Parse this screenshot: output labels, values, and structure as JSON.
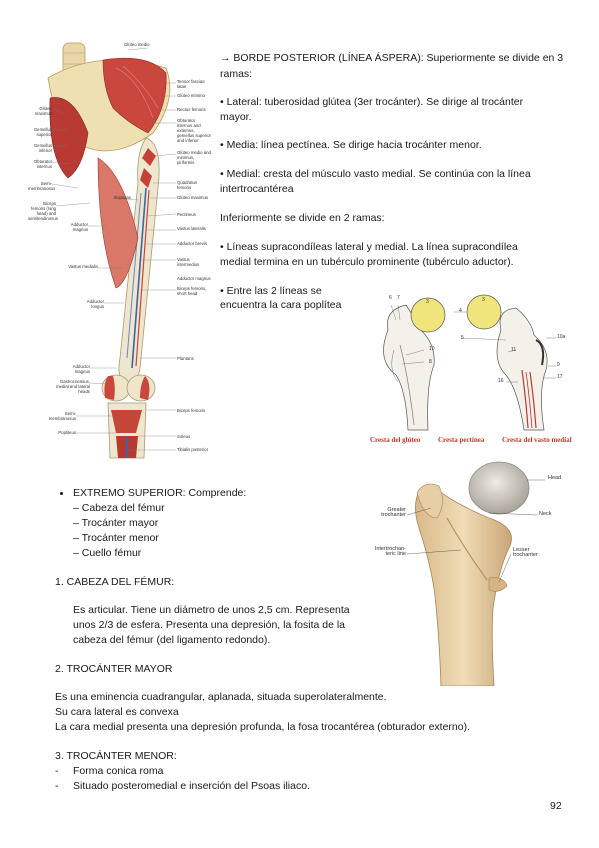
{
  "right_text": {
    "posterior_title_1": "→ BORDE POSTERIOR (LÍNEA ÁSPERA): Superiormente se divide en 3",
    "posterior_title_2": "ramas:",
    "lateral_1": "• Lateral: tuberosidad glútea (3er trocánter). Se dirige al trocánter",
    "lateral_2": "mayor.",
    "media": "• Media: línea pectínea. Se dirige hacia trocánter menor.",
    "medial_1": "• Medial: cresta del músculo vasto medial. Se continúa con la línea",
    "medial_2": "intertrocantérea",
    "inferior": "Inferiormente se divide en 2 ramas:",
    "supra_1": "• Líneas supracondíleas lateral y medial. La línea supracondílea",
    "supra_2": "medial termina en un tubérculo prominente (tubérculo aductor).",
    "entre_1": "• Entre las 2 líneas se",
    "entre_2": "encuentra la cara poplítea"
  },
  "muscle_labels_right": [
    "Glúteo medio",
    "Tensor fasciae latae",
    "Glúteo mínimo",
    "Rectus femoris",
    "Obturator internus and externus, gemellus superior and inferior",
    "Glúteo medio and minimus, piriformis",
    "Quadratus femoris",
    "Glúteo maximus",
    "Pectineus",
    "Vastus lateralis",
    "Adductor brevis",
    "Vastus intermedius",
    "Adductor magnus",
    "Biceps femoris, short head",
    "Plantaris",
    "Biceps femoris",
    "Soleus",
    "Tibialis posterior"
  ],
  "muscle_labels_left": [
    "Glúteo maximus",
    "Gemellus superior",
    "Gemellus inferior",
    "Obturator internus",
    "Semi-membranosus",
    "Biceps femoris (long head) and semitendinosus",
    "Adductor magnus",
    "Vastus medialis",
    "Adductor longus",
    "Adductor magnus",
    "Gastrocnemius, medial and lateral heads",
    "Semi-membranosus",
    "Popliteus"
  ],
  "muscle_label_iliopsoas": "Iliopsoas",
  "femur_numbers": [
    "6",
    "7",
    "3",
    "4",
    "3",
    "10",
    "8",
    "5",
    "10a",
    "11",
    "9",
    "17",
    "16"
  ],
  "femur_captions": [
    "Cresta del glúteo",
    "Cresta pectínea",
    "Cresta del vasto medial"
  ],
  "head_labels": {
    "head": "Head",
    "neck": "Neck",
    "greater": [
      "Greater",
      "trochanter"
    ],
    "intertroch": [
      "Intertrochan-",
      "teric line"
    ],
    "lesser": [
      "Lesser",
      "trochanter"
    ]
  },
  "extremo": {
    "title": "EXTREMO SUPERIOR: Comprende:",
    "items": [
      "– Cabeza del fémur",
      "– Trocánter mayor",
      "– Trocánter menor",
      " – Cuello fémur"
    ]
  },
  "sections": {
    "s1_title": "1.   CABEZA DEL FÉMUR:",
    "s1_body": [
      "Es articular. Tiene un diámetro de unos 2,5 cm. Representa",
      "unos 2/3 de esfera. Presenta una depresión, la fosita de la",
      "cabeza del fémur (del ligamento redondo)."
    ],
    "s2_title": "2.   TROCÁNTER MAYOR",
    "s2_body": [
      "Es una eminencia cuadrangular, aplanada, situada superolateralmente.",
      "Su cara lateral es convexa",
      "La cara medial presenta una depresión profunda, la fosa trocantérea (obturador externo)."
    ],
    "s3_title": "3.   TROCÁNTER MENOR:",
    "s3_items": [
      "Forma conica roma",
      "Situado posteromedial e inserción del Psoas iliaco."
    ],
    "s3_dash": "-"
  },
  "page_number": "92"
}
